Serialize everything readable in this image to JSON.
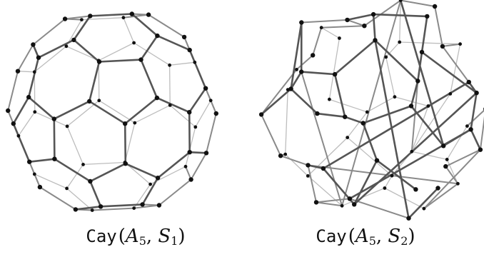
{
  "colors": {
    "edge_dark": "#555555",
    "edge_mid": "#8a8a8a",
    "edge_light": "#bdbdbd",
    "vertex": "#111111",
    "text": "#111111"
  },
  "graphs": [
    {
      "caption": {
        "prefix": "Cay",
        "group": "A",
        "group_sub": "5",
        "gen": "S",
        "gen_sub": "1"
      }
    },
    {
      "caption": {
        "prefix": "Cay",
        "group": "A",
        "group_sub": "5",
        "gen": "S",
        "gen_sub": "2"
      }
    }
  ]
}
